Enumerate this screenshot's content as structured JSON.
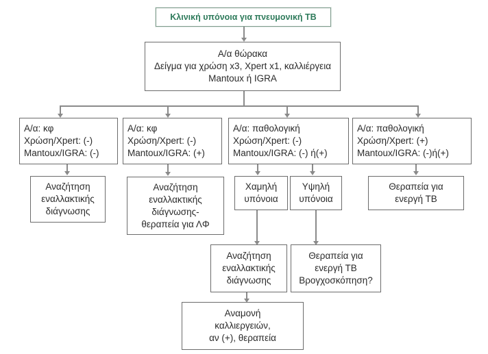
{
  "title": "Κλινική υπόνοια για πνευμονική ΤΒ",
  "step1": {
    "lines": [
      "Α/α θώρακα",
      "Δείγμα για χρώση x3, Xpert x1, καλλιέργεια",
      "Mantoux ή IGRA"
    ]
  },
  "branches": [
    {
      "lines": [
        "Α/α: κφ",
        "Χρώση/Xpert: (-)",
        "Mantoux/IGRA: (-)"
      ]
    },
    {
      "lines": [
        "Α/α: κφ",
        "Χρώση/Xpert: (-)",
        "Mantoux/IGRA: (+)"
      ]
    },
    {
      "lines": [
        "Α/α: παθολογική",
        "Χρώση/Xpert: (-)",
        "Mantoux/IGRA: (-) ή(+)"
      ]
    },
    {
      "lines": [
        "Α/α: παθολογική",
        "Χρώση/Xpert: (+)",
        "Mantoux/IGRA: (-)ή(+)"
      ]
    }
  ],
  "outcomes": {
    "alt_dx_1": {
      "lines": [
        "Αναζήτηση",
        "εναλλακτικής",
        "διάγνωσης"
      ]
    },
    "alt_dx_ltbi": {
      "lines": [
        "Αναζήτηση",
        "εναλλακτικής",
        "διάγνωσης-",
        "θεραπεία για ΛΦ"
      ]
    },
    "low_suspicion": {
      "lines": [
        "Χαμηλή",
        "υπόνοια"
      ]
    },
    "high_suspicion": {
      "lines": [
        "Υψηλή",
        "υπόνοια"
      ]
    },
    "treat_active": {
      "lines": [
        "Θεραπεία για",
        "ενεργή ΤΒ"
      ]
    },
    "alt_dx_2": {
      "lines": [
        "Αναζήτηση",
        "εναλλακτικής",
        "διάγνωσης"
      ]
    },
    "treat_active_bronch": {
      "lines": [
        "Θεραπεία για",
        "ενεργή ΤΒ",
        "Βρογχοσκόπηση?"
      ]
    },
    "await_cultures": {
      "lines": [
        "Αναμονή",
        "καλλιεργειών,",
        "αν (+), θεραπεία"
      ]
    }
  }
}
